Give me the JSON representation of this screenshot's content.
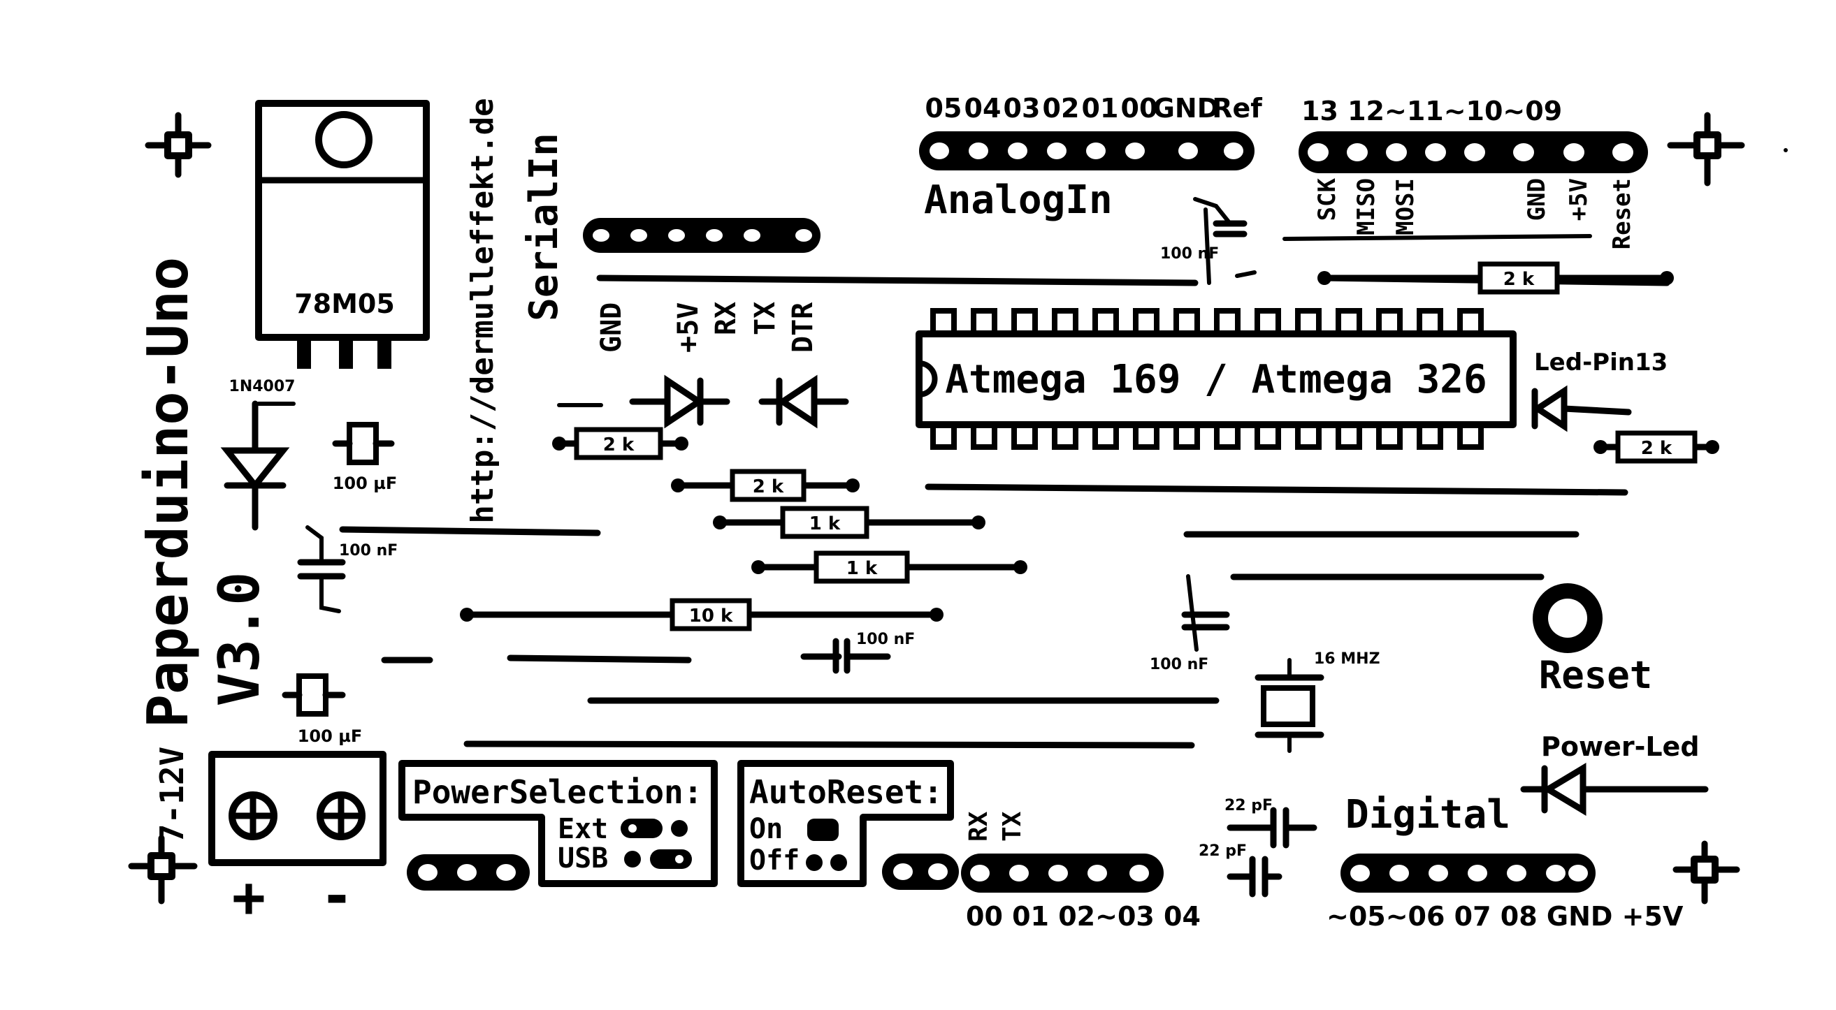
{
  "board_title": "Paperduino-Uno",
  "version": "V3.0",
  "website": "http://dermulleffekt.de",
  "regulator_label": "78M05",
  "chip_label": "Atmega 169 / Atmega 326",
  "analog_header": {
    "pins": [
      "05",
      "04",
      "03",
      "02",
      "01",
      "00",
      "GND",
      "Ref"
    ],
    "title": "AnalogIn"
  },
  "icsp_header": {
    "top_pins": "13 12~11~10~09",
    "labels": [
      "SCK",
      "MISO",
      "MOSI",
      "GND",
      "+5V",
      "Reset"
    ]
  },
  "serial_header": {
    "title": "SerialIn",
    "labels": [
      "GND",
      "+5V",
      "RX",
      "TX",
      "DTR"
    ]
  },
  "power_input": {
    "voltage": "7-12V",
    "plus": "+",
    "minus": "-"
  },
  "power_selection": {
    "title": "PowerSelection:",
    "ext": "Ext",
    "usb": "USB"
  },
  "auto_reset": {
    "title": "AutoReset:",
    "on": "On",
    "off": "Off"
  },
  "digital_left": {
    "rxtx": [
      "RX",
      "TX"
    ],
    "pins": "00 01 02~03 04"
  },
  "digital_right": {
    "title": "Digital",
    "pins": "~05~06 07 08 GND +5V"
  },
  "components": {
    "diode": "1N4007",
    "cap_100uf_a": "100 µF",
    "cap_100uf_b": "100 µF",
    "cap_100nf_a": "100 nF",
    "cap_100nf_b": "100 nF",
    "cap_100nf_c": "100 nF",
    "cap_100nf_d": "100 nF",
    "cap_22pf_a": "22 pF",
    "cap_22pf_b": "22 pF",
    "crystal": "16 MHZ",
    "res_2k_a": "2 k",
    "res_2k_b": "2 k",
    "res_2k_c": "2 k",
    "res_2k_d": "2 k",
    "res_1k_a": "1 k",
    "res_1k_b": "1 k",
    "res_10k": "10 k",
    "led_pin13": "Led-Pin13",
    "power_led": "Power-Led",
    "reset": "Reset"
  }
}
